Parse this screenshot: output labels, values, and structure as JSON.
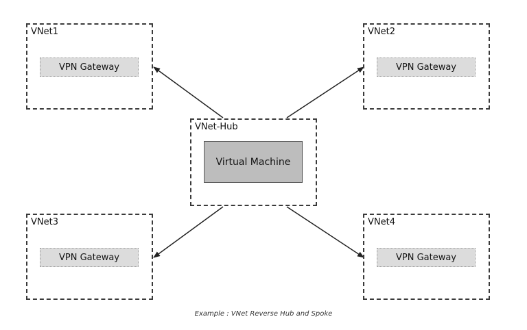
{
  "vnets": {
    "vnet1": {
      "label": "VNet1",
      "gateway": "VPN Gateway"
    },
    "vnet2": {
      "label": "VNet2",
      "gateway": "VPN Gateway"
    },
    "vnet3": {
      "label": "VNet3",
      "gateway": "VPN Gateway"
    },
    "vnet4": {
      "label": "VNet4",
      "gateway": "VPN Gateway"
    }
  },
  "hub": {
    "label": "VNet-Hub",
    "machine": "Virtual Machine"
  },
  "caption": "Example : VNet Reverse Hub and Spoke"
}
